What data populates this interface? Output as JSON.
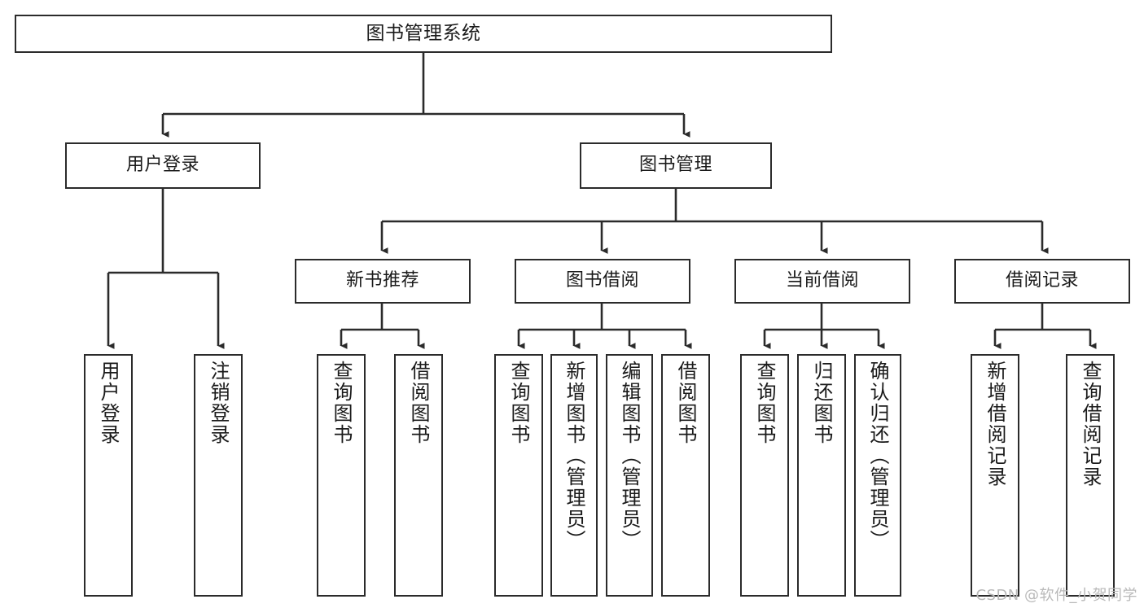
{
  "diagram": {
    "title": "图书管理系统",
    "type": "functional-structure-tree",
    "colors": {
      "box_border": "#2b2b2b",
      "box_fill": "#ffffff",
      "connector": "#2b2b2b",
      "text": "#1a1a1a",
      "watermark": "#b9b9b9",
      "page_background": "#ffffff"
    },
    "root": {
      "label": "图书管理系统"
    },
    "level2": [
      {
        "label": "用户登录"
      },
      {
        "label": "图书管理"
      }
    ],
    "level3": [
      {
        "label": "新书推荐"
      },
      {
        "label": "图书借阅"
      },
      {
        "label": "当前借阅"
      },
      {
        "label": "借阅记录"
      }
    ],
    "leaves": {
      "user_login": [
        {
          "label": "用户登录"
        },
        {
          "label": "注销登录"
        }
      ],
      "new_book_recommend": [
        {
          "label": "查询图书"
        },
        {
          "label": "借阅图书"
        }
      ],
      "book_borrow": [
        {
          "label": "查询图书"
        },
        {
          "label": "新增图书（管理员）"
        },
        {
          "label": "编辑图书（管理员）"
        },
        {
          "label": "借阅图书"
        }
      ],
      "current_borrow": [
        {
          "label": "查询图书"
        },
        {
          "label": "归还图书"
        },
        {
          "label": "确认归还（管理员）"
        }
      ],
      "borrow_record": [
        {
          "label": "新增借阅记录"
        },
        {
          "label": "查询借阅记录"
        }
      ]
    }
  },
  "watermark": {
    "text": "CSDN @软件_小贺同学"
  }
}
